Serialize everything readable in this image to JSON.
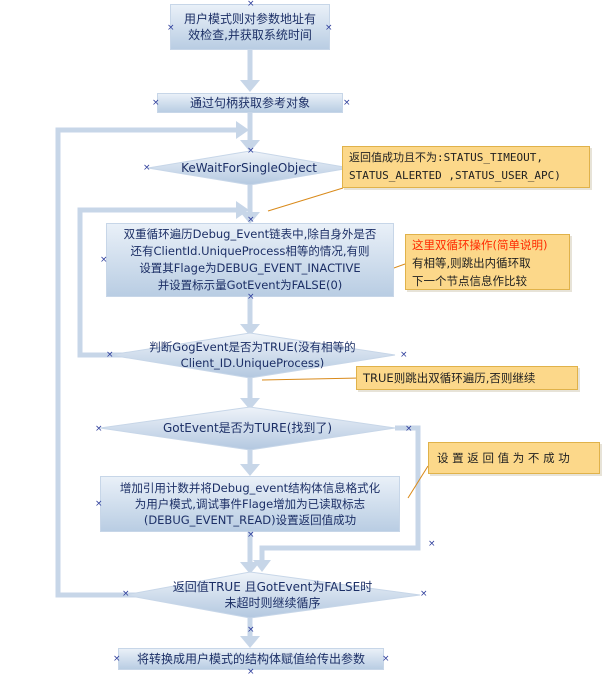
{
  "diagram": {
    "nodes": [
      {
        "id": "n1",
        "text_lines": [
          "用户模式则对参数地址有",
          "效检查,并获取系统时间"
        ]
      },
      {
        "id": "n2",
        "text_lines": [
          "通过句柄获取参考对象"
        ]
      },
      {
        "id": "n3",
        "text_lines": [
          "KeWaitForSingleObject"
        ]
      },
      {
        "id": "n4",
        "text_lines": [
          "双重循环遍历Debug_Event链表中,除自身外是否",
          "还有ClientId.UniqueProcess相等的情况,有则",
          "设置其Flage为DEBUG_EVENT_INACTIVE",
          "并设置标示量GotEvent为FALSE(0)"
        ]
      },
      {
        "id": "n5",
        "text_lines": [
          "判断GogEvent是否为TRUE(没有相等的",
          "Client_ID.UniqueProcess)"
        ]
      },
      {
        "id": "n6",
        "text_lines": [
          "GotEvent是否为TURE(找到了)"
        ]
      },
      {
        "id": "n7",
        "text_lines": [
          "增加引用计数并将Debug_event结构体信息格式化",
          "为用户模式,调试事件Flage增加为已读取标志",
          "(DEBUG_EVENT_READ)设置返回值成功"
        ]
      },
      {
        "id": "n8",
        "text_lines": [
          "返回值TRUE  且GotEvent为FALSE时",
          "未超时则继续循序"
        ]
      },
      {
        "id": "n9",
        "text_lines": [
          "将转换成用户模式的结构体赋值给传出参数"
        ]
      }
    ],
    "notes": [
      {
        "id": "c1",
        "lines": [
          "返回值成功且不为:STATUS_TIMEOUT,",
          "STATUS_ALERTED ,STATUS_USER_APC)"
        ]
      },
      {
        "id": "c2",
        "title": "这里双循环操作(简单说明)",
        "lines": [
          "有相等,则跳出内循环取",
          "下一个节点信息作比较"
        ]
      },
      {
        "id": "c3",
        "lines": [
          "TRUE则跳出双循环遍历,否则继续"
        ]
      },
      {
        "id": "c4",
        "lines": [
          "设 置 返 回 值 为 不 成 功"
        ]
      }
    ]
  },
  "colors": {
    "arrow": "#c7d6e8",
    "node_text": "#1c2f66",
    "note_fill": "#fcd88a",
    "note_border": "#e0b24a",
    "callout_line": "#d98a1a",
    "highlight": "#ff2a00"
  }
}
